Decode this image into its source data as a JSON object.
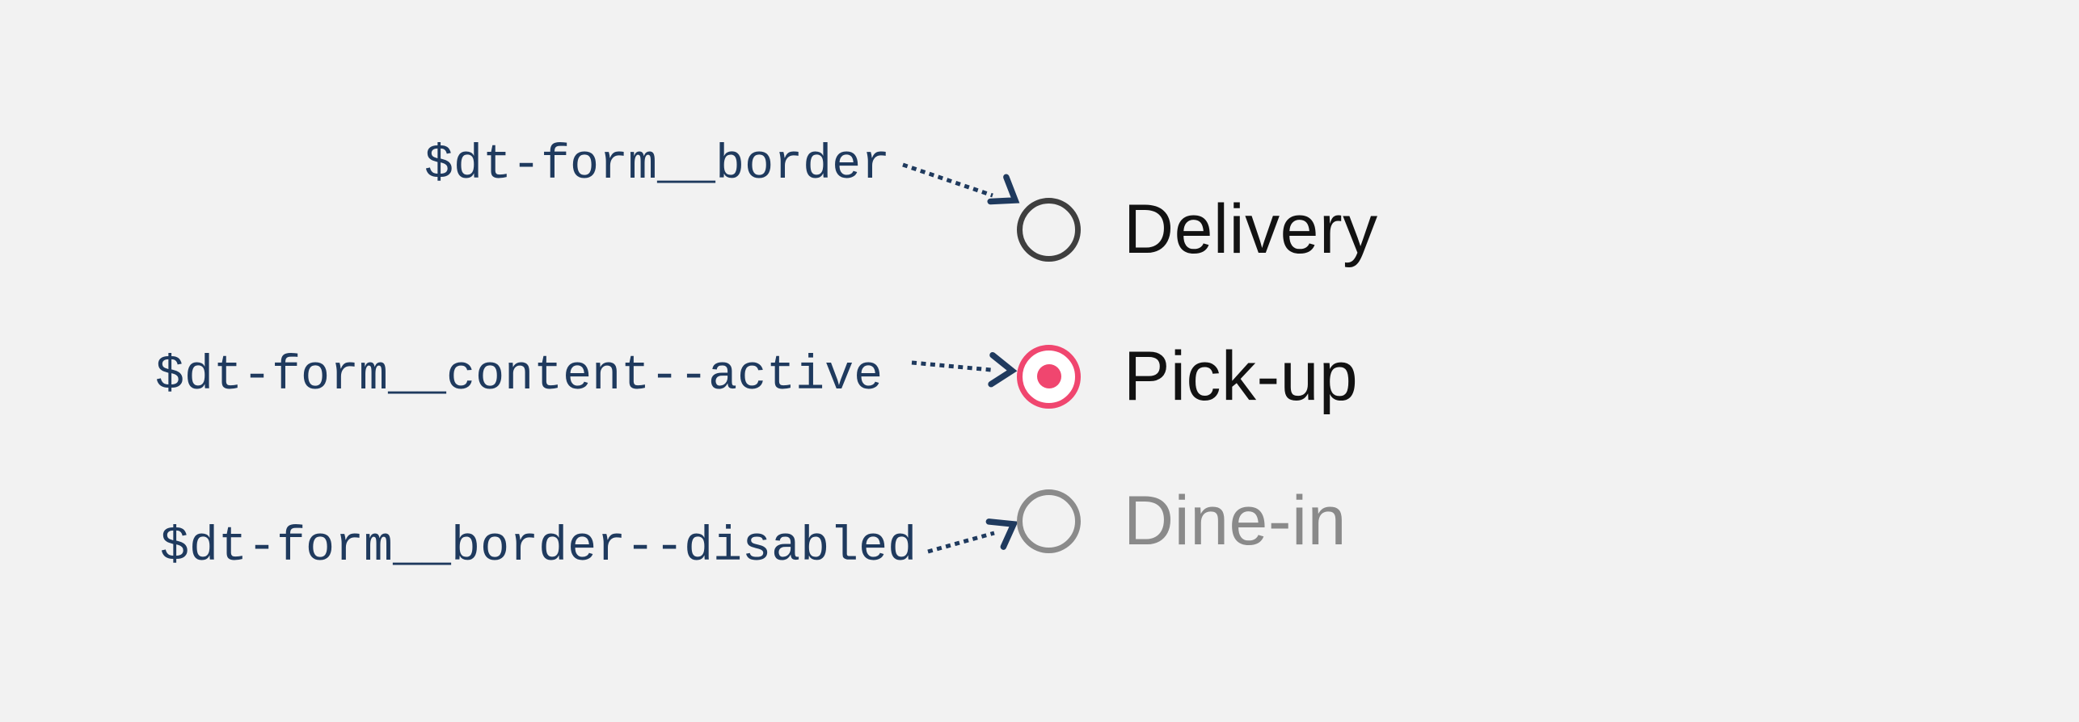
{
  "colors": {
    "annotation": "#1f3a5e",
    "radio-border-default": "#3f3f3f",
    "radio-active": "#f0466f",
    "radio-active-fill": "#ffffff",
    "radio-border-disabled": "#8b8b8b",
    "label-text": "#121212",
    "label-text-disabled": "#8a8a8a",
    "page-background": "#f2f2f2"
  },
  "annotations": [
    {
      "token": "$dt-form__border",
      "target": "Delivery"
    },
    {
      "token": "$dt-form__content--active",
      "target": "Pick-up"
    },
    {
      "token": "$dt-form__border--disabled",
      "target": "Dine-in"
    }
  ],
  "radio_group": {
    "options": [
      {
        "label": "Delivery",
        "selected": false,
        "disabled": false
      },
      {
        "label": "Pick-up",
        "selected": true,
        "disabled": false
      },
      {
        "label": "Dine-in",
        "selected": false,
        "disabled": true
      }
    ]
  }
}
